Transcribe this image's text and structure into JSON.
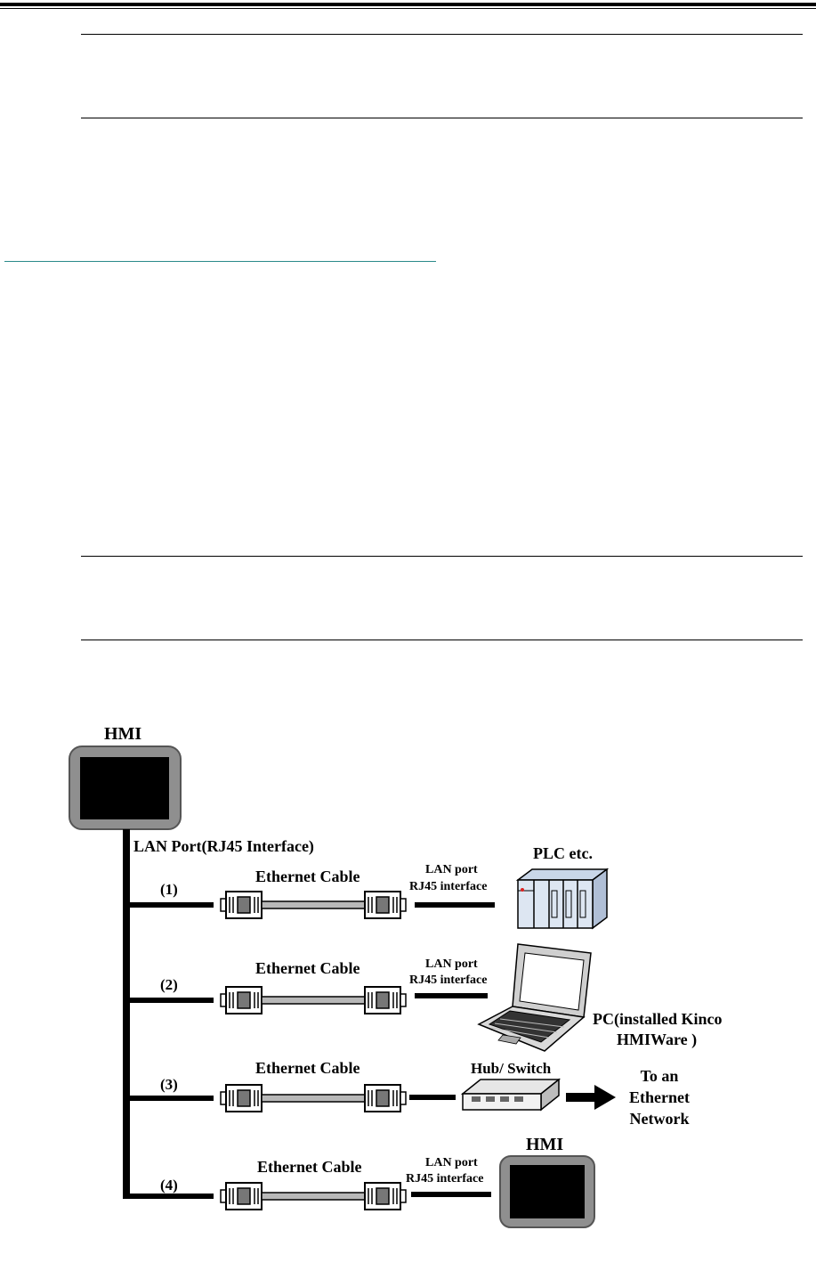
{
  "diagram": {
    "hmi_label": "HMI",
    "lan_port_label": "LAN Port(RJ45 Interface)",
    "branches": [
      {
        "number": "(1)",
        "cable_label": "Ethernet Cable",
        "port_label_line1": "LAN port",
        "port_label_line2": "RJ45 interface",
        "device_label": "PLC etc."
      },
      {
        "number": "(2)",
        "cable_label": "Ethernet Cable",
        "port_label_line1": "LAN port",
        "port_label_line2": "RJ45 interface",
        "device_label_line1": "PC(installed Kinco",
        "device_label_line2": "HMIWare )"
      },
      {
        "number": "(3)",
        "cable_label": "Ethernet Cable",
        "device_label": "Hub/ Switch",
        "target_line1": "To an",
        "target_line2": "Ethernet",
        "target_line3": "Network"
      },
      {
        "number": "(4)",
        "cable_label": "Ethernet Cable",
        "port_label_line1": "LAN port",
        "port_label_line2": "RJ45 interface",
        "device_label": "HMI"
      }
    ]
  },
  "colors": {
    "hmi_bezel": "#8f8f8f",
    "screen": "#000000",
    "cable_gray": "#b8b8b8",
    "plc_fill": "#dde6f2",
    "link_rule": "#2a8a8a"
  }
}
